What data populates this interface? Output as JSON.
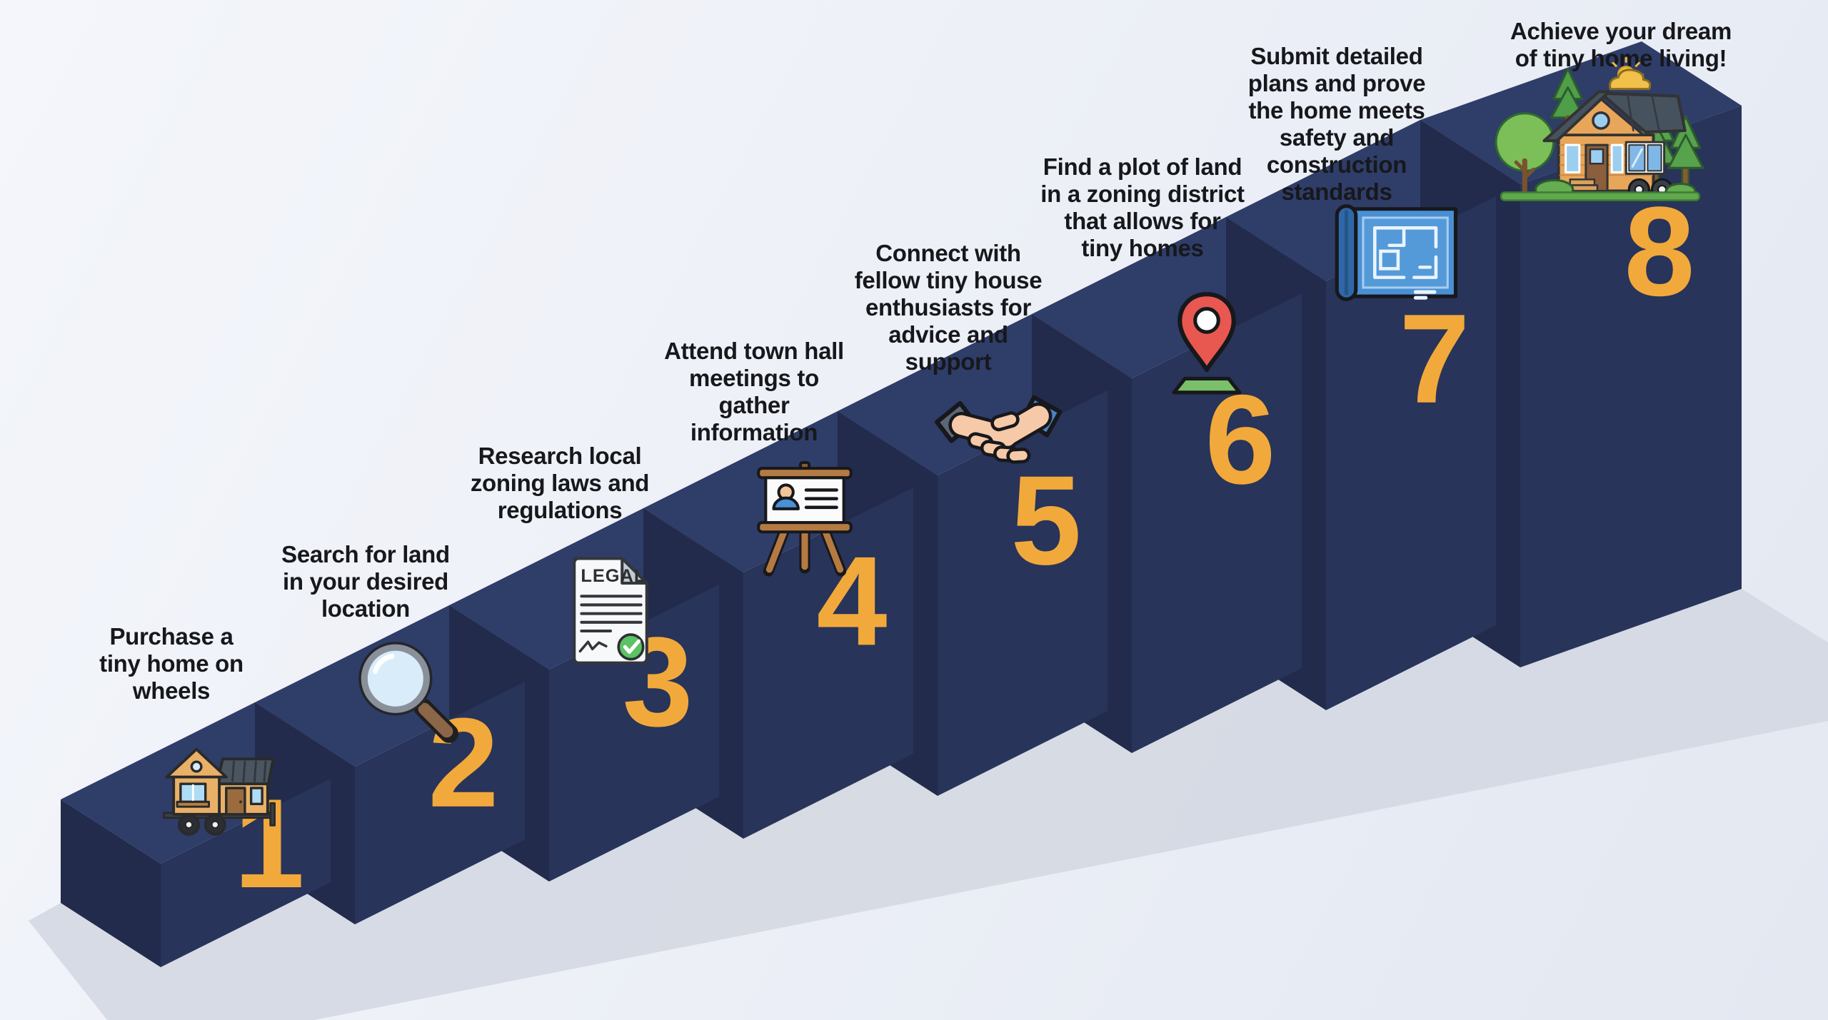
{
  "steps": [
    {
      "number": "1",
      "icon": "tiny-house-on-wheels",
      "lines": [
        "Purchase a",
        "tiny home on",
        "wheels"
      ]
    },
    {
      "number": "2",
      "icon": "magnifying-glass",
      "lines": [
        "Search for land",
        "in your desired",
        "location"
      ]
    },
    {
      "number": "3",
      "icon": "legal-document",
      "lines": [
        "Research local",
        "zoning laws and",
        "regulations"
      ]
    },
    {
      "number": "4",
      "icon": "presentation-easel",
      "lines": [
        "Attend town hall",
        "meetings to",
        "gather",
        "information"
      ]
    },
    {
      "number": "5",
      "icon": "handshake",
      "lines": [
        "Connect with",
        "fellow tiny house",
        "enthusiasts for",
        "advice and",
        "support"
      ]
    },
    {
      "number": "6",
      "icon": "map-pin",
      "lines": [
        "Find a plot of land",
        "in a zoning district",
        "that allows for",
        "tiny homes"
      ]
    },
    {
      "number": "7",
      "icon": "blueprint",
      "lines": [
        "Submit detailed",
        "plans and prove",
        "the home meets",
        "safety and",
        "construction",
        "standards"
      ]
    },
    {
      "number": "8",
      "icon": "tiny-home-scene",
      "lines": [
        "Achieve your dream",
        "of tiny home living!"
      ]
    }
  ],
  "icon_text": {
    "legal_header": "LEGAL"
  },
  "colors": {
    "background_top": "#F4F6FB",
    "background_bottom": "#E3E8F1",
    "step_top": "#2F3D69",
    "step_front": "#283459",
    "step_side": "#222B4C",
    "number": "#F2A93B",
    "label_text": "#17181C",
    "ground_shadow": "#D4D8E2"
  }
}
